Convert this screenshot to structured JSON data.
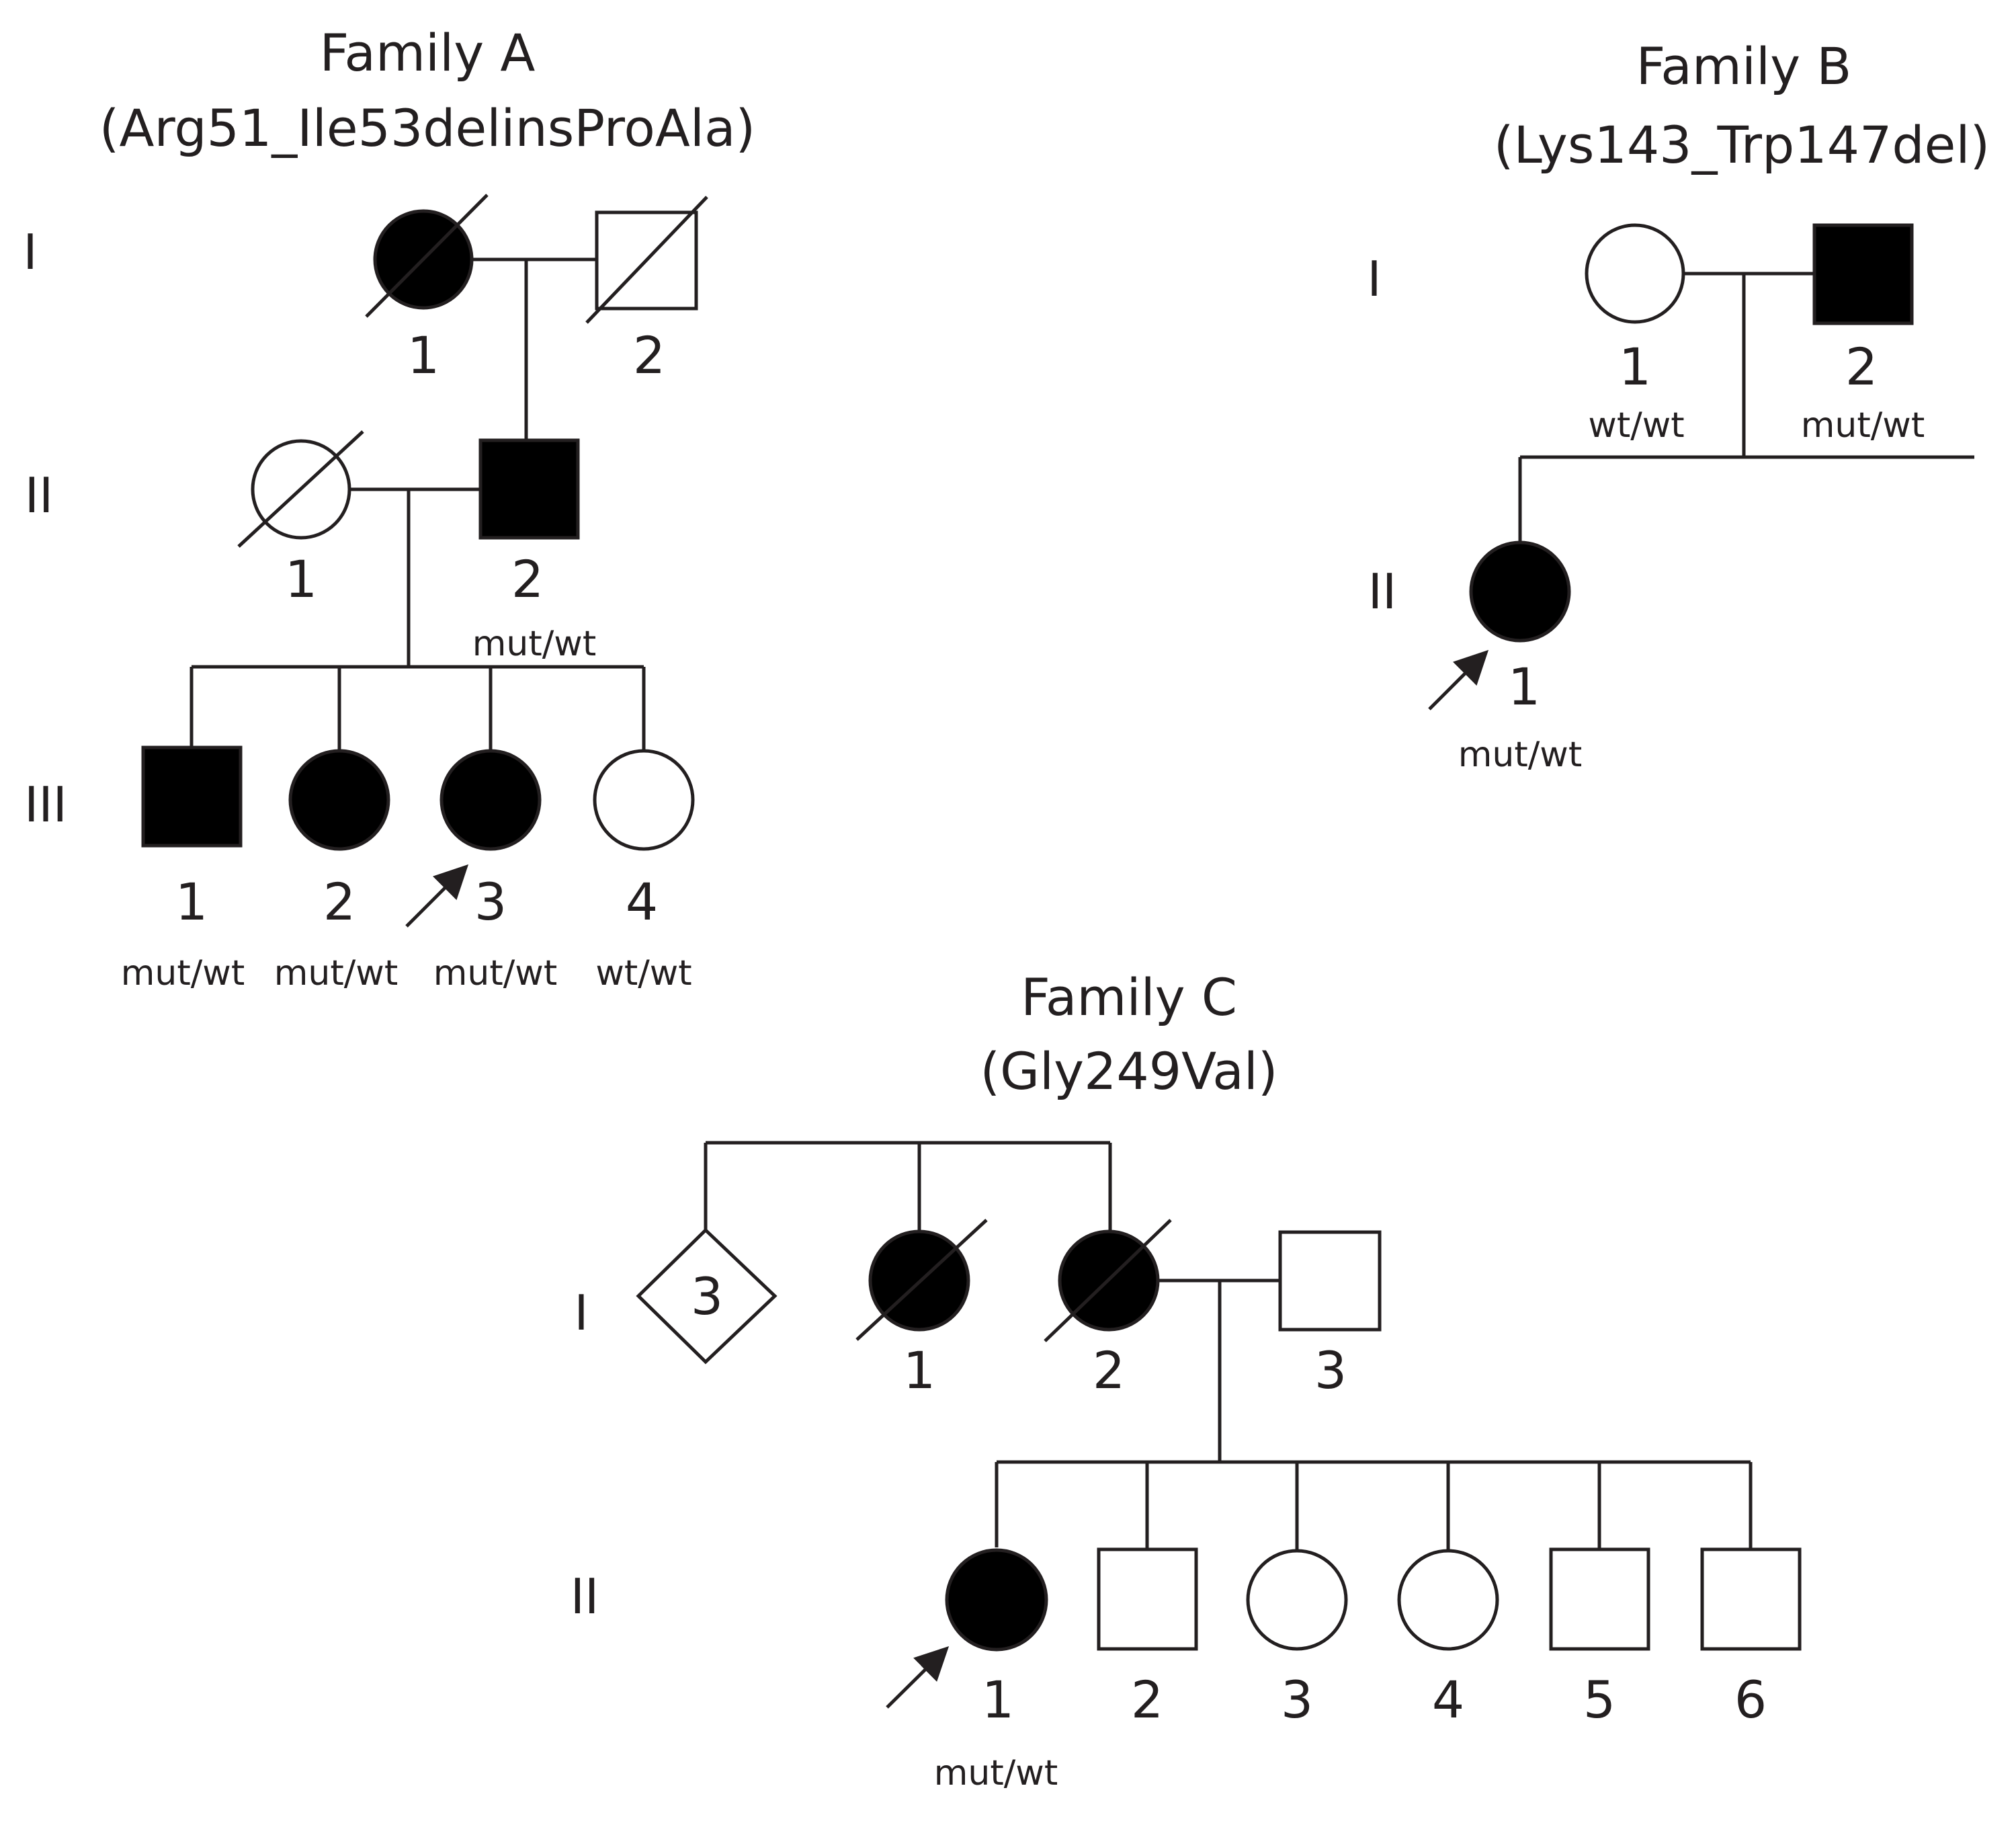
{
  "families": {
    "A": {
      "title": "Family A",
      "variant": "(Arg51_Ile53delinsProAla)",
      "generations": [
        "I",
        "II",
        "III"
      ],
      "members": {
        "I1": {
          "number": "1",
          "sex": "female",
          "affected": true,
          "deceased": true,
          "genotype": ""
        },
        "I2": {
          "number": "2",
          "sex": "male",
          "affected": false,
          "deceased": true,
          "genotype": ""
        },
        "II1": {
          "number": "1",
          "sex": "female",
          "affected": false,
          "deceased": true,
          "genotype": ""
        },
        "II2": {
          "number": "2",
          "sex": "male",
          "affected": true,
          "deceased": false,
          "genotype": "mut/wt"
        },
        "III1": {
          "number": "1",
          "sex": "male",
          "affected": true,
          "deceased": false,
          "genotype": "mut/wt"
        },
        "III2": {
          "number": "2",
          "sex": "female",
          "affected": true,
          "deceased": false,
          "genotype": "mut/wt"
        },
        "III3": {
          "number": "3",
          "sex": "female",
          "affected": true,
          "deceased": false,
          "proband": true,
          "genotype": "mut/wt"
        },
        "III4": {
          "number": "4",
          "sex": "female",
          "affected": false,
          "deceased": false,
          "genotype": "wt/wt"
        }
      }
    },
    "B": {
      "title": "Family B",
      "variant": "(Lys143_Trp147del)",
      "generations": [
        "I",
        "II"
      ],
      "members": {
        "I1": {
          "number": "1",
          "sex": "female",
          "affected": false,
          "deceased": false,
          "genotype": "wt/wt"
        },
        "I2": {
          "number": "2",
          "sex": "male",
          "affected": true,
          "deceased": false,
          "genotype": "mut/wt"
        },
        "II1": {
          "number": "1",
          "sex": "female",
          "affected": true,
          "deceased": false,
          "proband": true,
          "genotype": "mut/wt"
        }
      }
    },
    "C": {
      "title": "Family C",
      "variant": "(Gly249Val)",
      "generations": [
        "I",
        "II"
      ],
      "members": {
        "Ix": {
          "count": "3",
          "sex": "unknown",
          "affected": false,
          "deceased": false,
          "genotype": ""
        },
        "I1": {
          "number": "1",
          "sex": "female",
          "affected": true,
          "deceased": true,
          "genotype": ""
        },
        "I2": {
          "number": "2",
          "sex": "female",
          "affected": true,
          "deceased": true,
          "genotype": ""
        },
        "I3": {
          "number": "3",
          "sex": "male",
          "affected": false,
          "deceased": false,
          "genotype": ""
        },
        "II1": {
          "number": "1",
          "sex": "female",
          "affected": true,
          "deceased": false,
          "proband": true,
          "genotype": "mut/wt"
        },
        "II2": {
          "number": "2",
          "sex": "male",
          "affected": false,
          "deceased": false,
          "genotype": ""
        },
        "II3": {
          "number": "3",
          "sex": "female",
          "affected": false,
          "deceased": false,
          "genotype": ""
        },
        "II4": {
          "number": "4",
          "sex": "female",
          "affected": false,
          "deceased": false,
          "genotype": ""
        },
        "II5": {
          "number": "5",
          "sex": "male",
          "affected": false,
          "deceased": false,
          "genotype": ""
        },
        "II6": {
          "number": "6",
          "sex": "male",
          "affected": false,
          "deceased": false,
          "genotype": ""
        }
      }
    }
  }
}
